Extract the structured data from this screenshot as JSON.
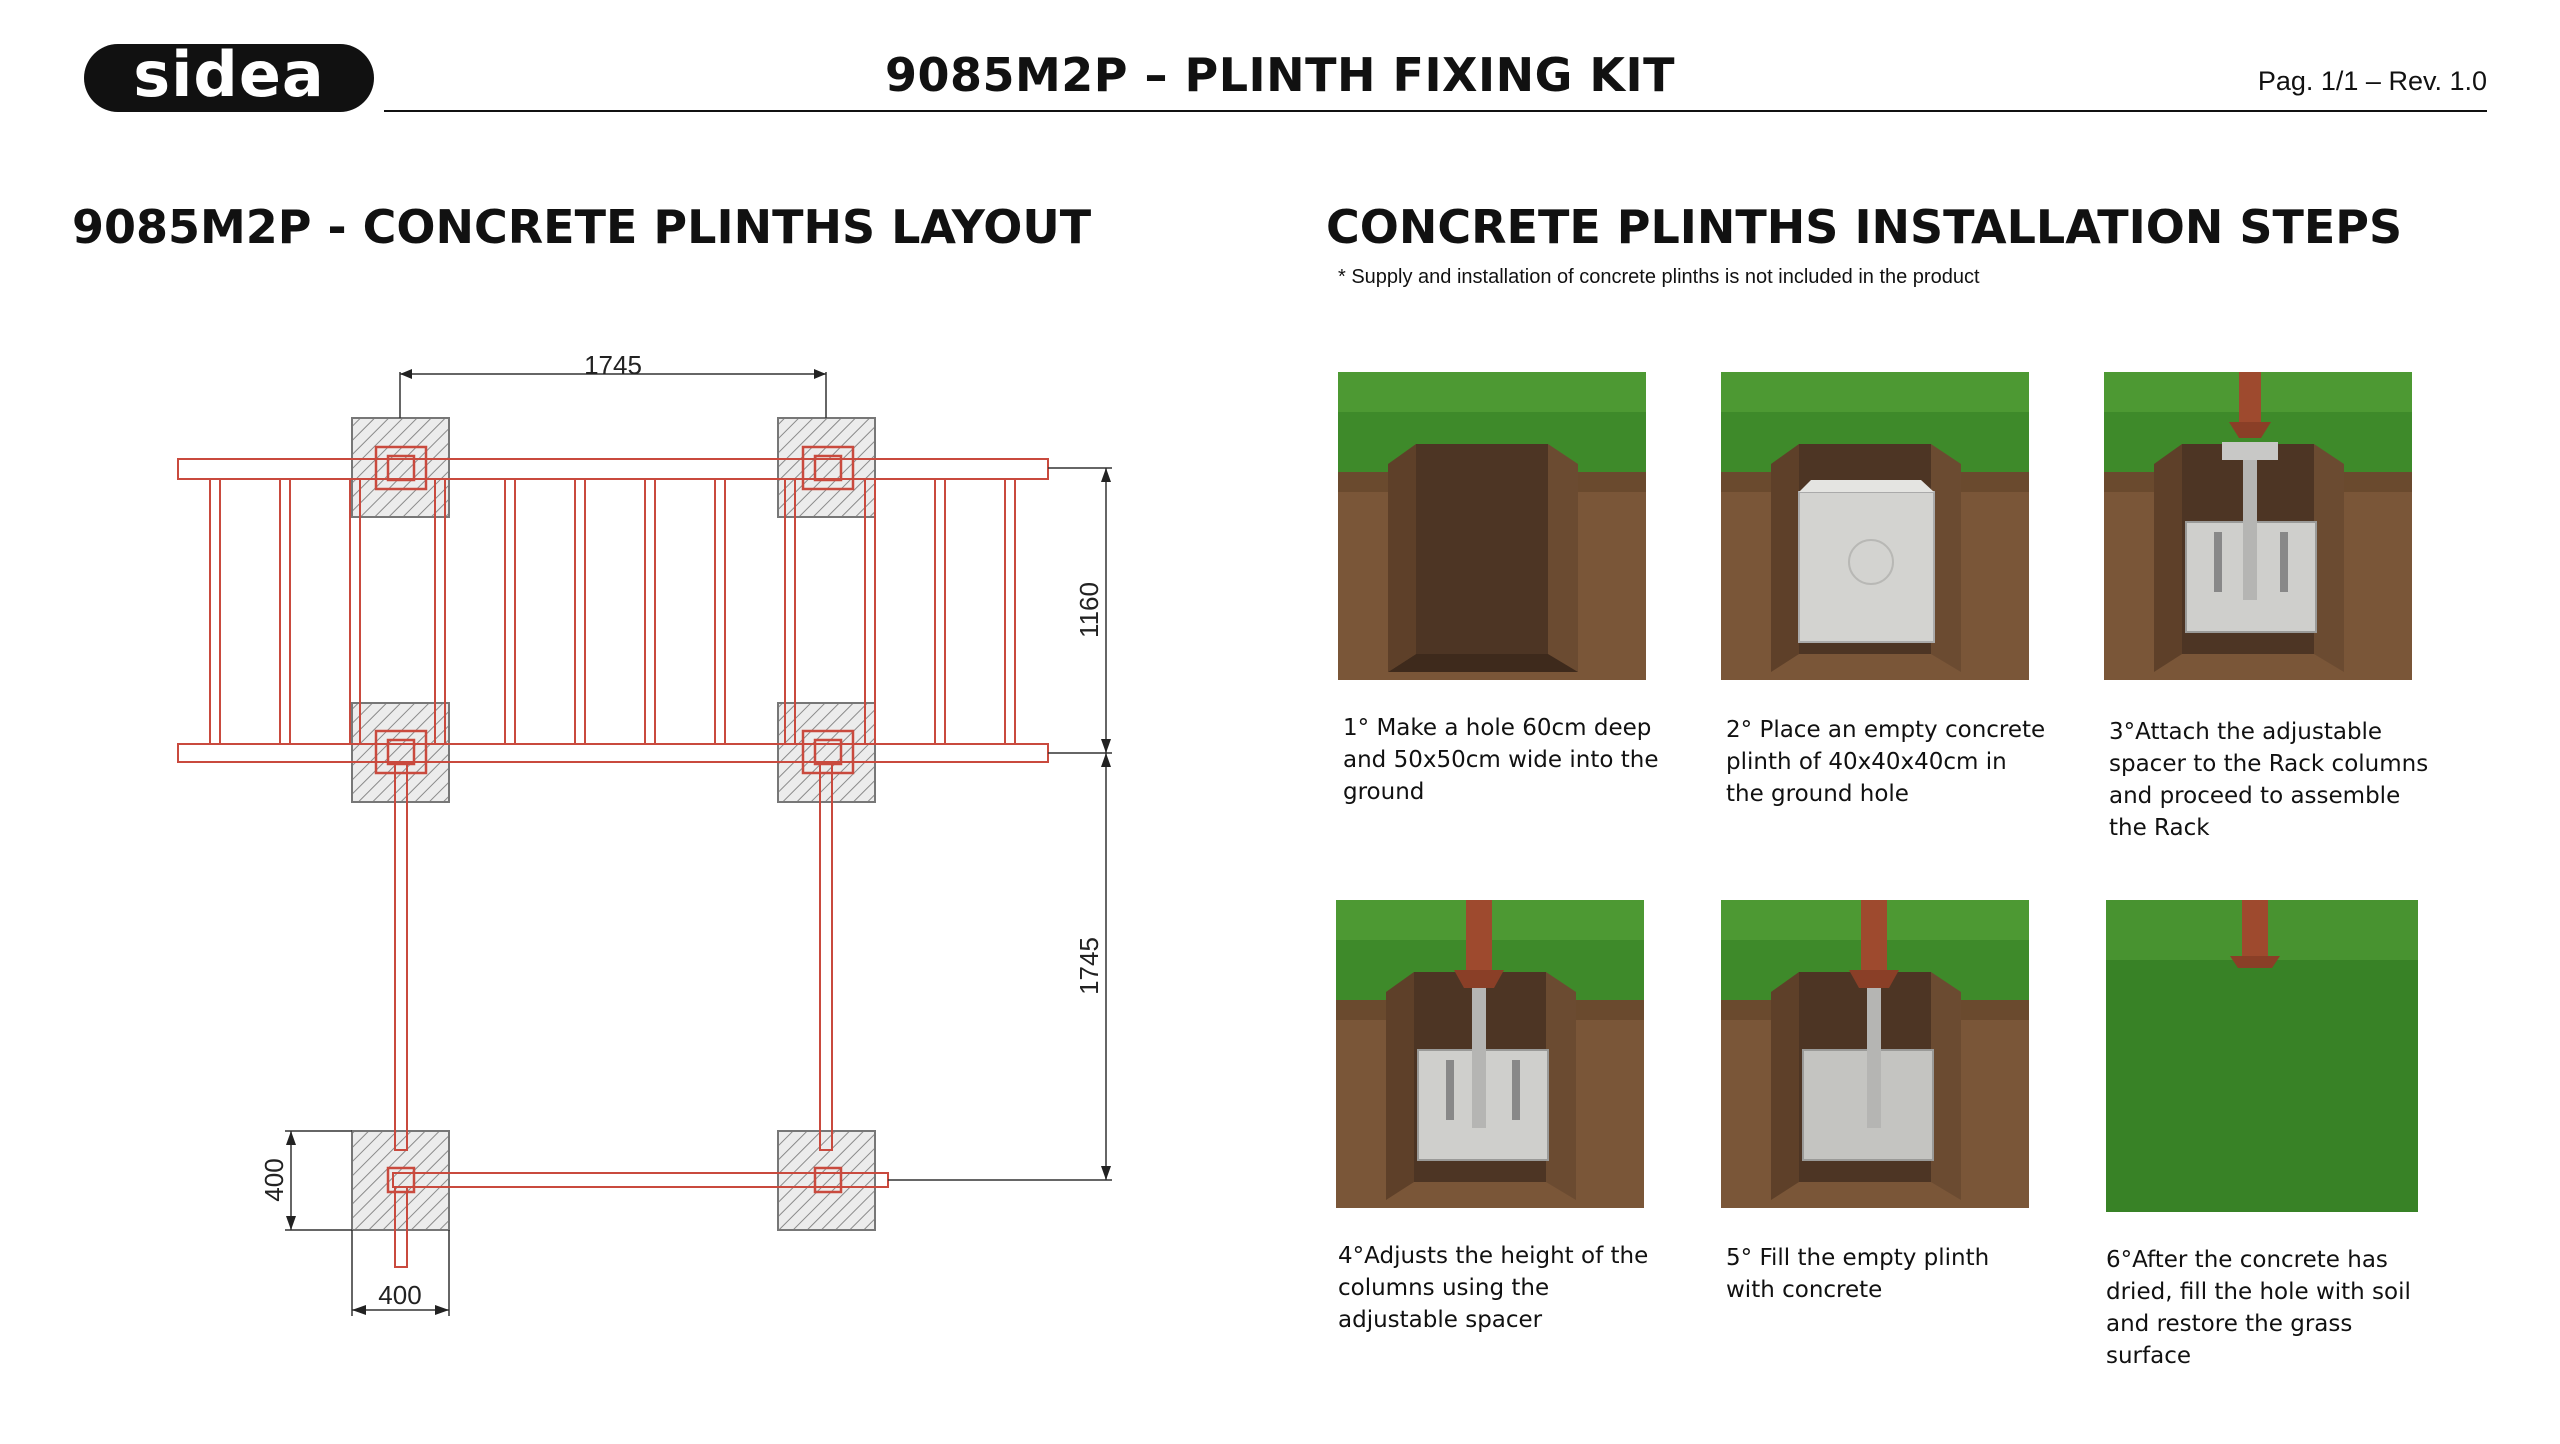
{
  "header": {
    "logo_text": "sidea",
    "title": "9085M2P – PLINTH FIXING KIT",
    "page_ref": "Pag. 1/1 – Rev. 1.0"
  },
  "layout_section": {
    "title": "9085M2P - CONCRETE PLINTHS LAYOUT",
    "dimensions": {
      "top_span": "1745",
      "right_upper": "1160",
      "right_lower": "1745",
      "plinth_height": "400",
      "plinth_width": "400"
    }
  },
  "steps_section": {
    "title": "CONCRETE PLINTHS INSTALLATION STEPS",
    "note": "* Supply and installation of concrete plinths is not included in the product",
    "steps": [
      {
        "lines": [
          "1° Make a hole 60cm deep",
          "and 50x50cm wide into the",
          "ground"
        ]
      },
      {
        "lines": [
          "2° Place an empty concrete",
          "plinth of 40x40x40cm in",
          "the ground hole"
        ]
      },
      {
        "lines": [
          "3°Attach the adjustable",
          "spacer to the Rack columns",
          "and proceed to assemble",
          "the Rack"
        ]
      },
      {
        "lines": [
          "4°Adjusts the height of the",
          "columns using the",
          "adjustable spacer"
        ]
      },
      {
        "lines": [
          "5° Fill the empty plinth",
          "with concrete"
        ]
      },
      {
        "lines": [
          "6°After the concrete has",
          "dried, fill the hole with soil",
          "and restore the grass",
          "surface"
        ]
      }
    ]
  },
  "colors": {
    "frame_red": "#c94a3e",
    "grass": "#3e8a2a",
    "soil": "#7a5638",
    "concrete": "#c9c9c6"
  }
}
